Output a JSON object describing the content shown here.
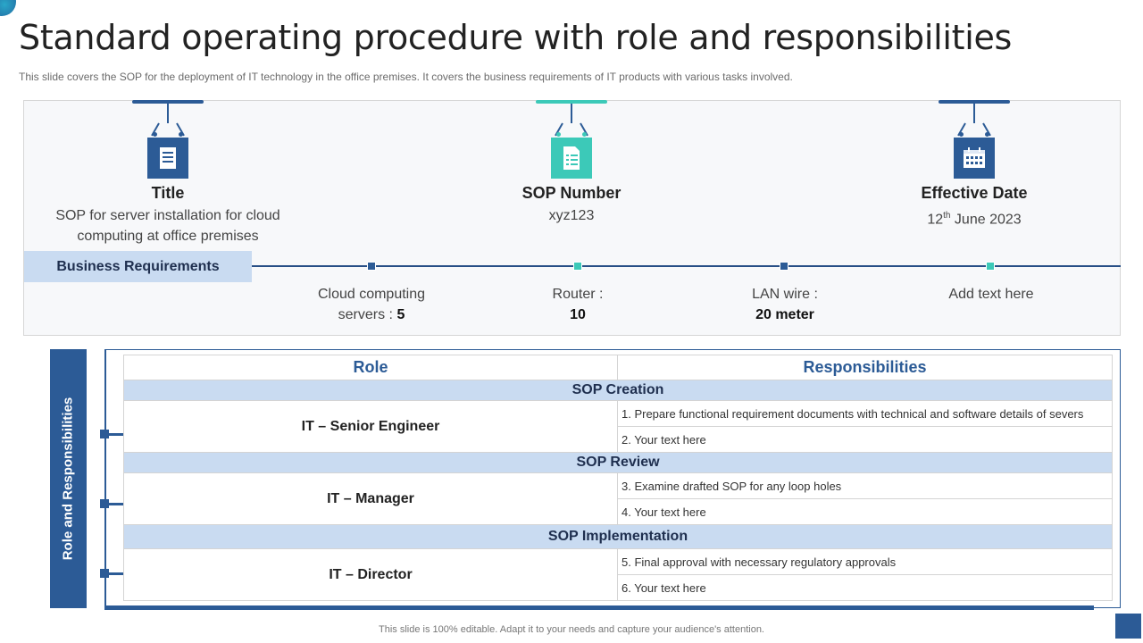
{
  "header": {
    "title": "Standard operating procedure with role and responsibilities",
    "subtitle": "This slide covers the SOP for the deployment of IT technology in the office premises. It covers the business requirements of IT products with various tasks involved."
  },
  "colors": {
    "navy": "#2c5b96",
    "teal": "#3cc9b8",
    "light_blue": "#c9dbf1"
  },
  "info_cards": [
    {
      "icon": "document-icon",
      "heading": "Title",
      "value_line1": "SOP for server installation for cloud",
      "value_line2": "computing at office premises"
    },
    {
      "icon": "file-list-icon",
      "heading": "SOP Number",
      "value_line1": "xyz123"
    },
    {
      "icon": "calendar-icon",
      "heading": "Effective Date",
      "day": "12",
      "day_suffix": "th",
      "month_year": "June 2023"
    }
  ],
  "business": {
    "label": "Business Requirements",
    "items": [
      {
        "line1": "Cloud computing",
        "line2_prefix": "servers :",
        "line2_bold": "5"
      },
      {
        "line1": "Router :",
        "line2_bold": "10"
      },
      {
        "line1": "LAN wire :",
        "line2_bold": "20 meter"
      },
      {
        "line1": "Add text here"
      }
    ]
  },
  "roles_panel": {
    "side_label": "Role and Responsibilities",
    "col_role": "Role",
    "col_resp": "Responsibilities",
    "sections": [
      {
        "name": "SOP Creation",
        "role": "IT – Senior Engineer",
        "items": [
          "1. Prepare functional requirement documents with technical and software details of severs",
          "2. Your text here"
        ]
      },
      {
        "name": "SOP Review",
        "role": "IT – Manager",
        "items": [
          "3. Examine drafted SOP for any loop holes",
          "4. Your text here"
        ]
      },
      {
        "name": "SOP  Implementation",
        "role": "IT – Director",
        "items": [
          "5. Final approval with necessary regulatory approvals",
          "6. Your text here"
        ]
      }
    ]
  },
  "footer": "This slide is 100% editable. Adapt it to your needs and capture your audience's attention."
}
